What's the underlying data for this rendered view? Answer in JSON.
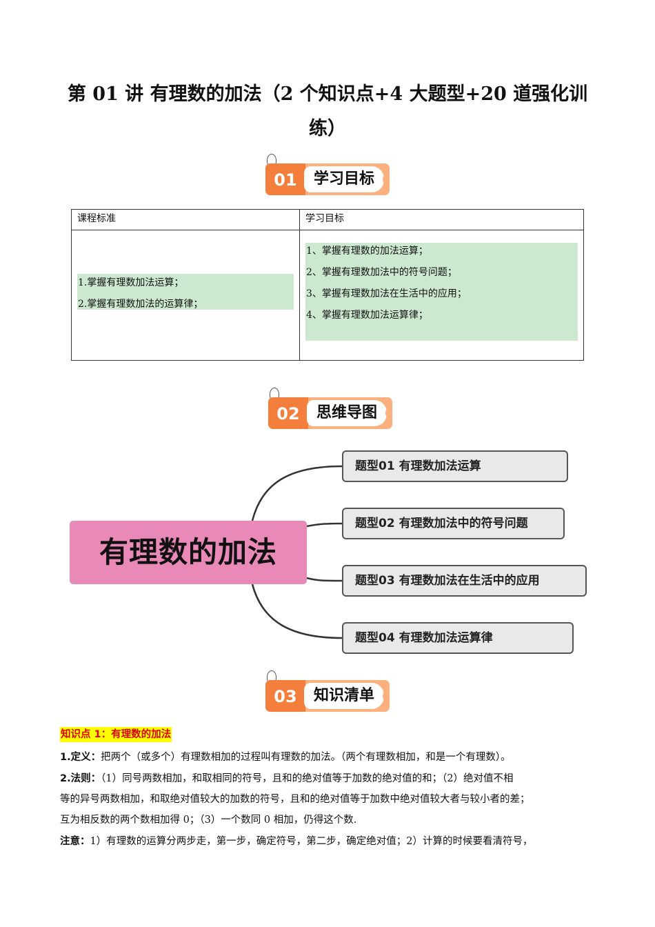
{
  "title": "第 01 讲  有理数的加法（2 个知识点+4 大题型+20 道强化训练）",
  "sections": [
    {
      "num": "01",
      "label": "学习目标"
    },
    {
      "num": "02",
      "label": "思维导图"
    },
    {
      "num": "03",
      "label": "知识清单"
    }
  ],
  "objectives_table": {
    "headers": [
      "课程标准",
      "学习目标"
    ],
    "curriculum_standards": [
      "1.掌握有理数加法运算；",
      "2.掌握有理数加法的运算律；"
    ],
    "learning_goals": [
      "1、掌握有理数的加法运算；",
      "2、掌握有理数加法中的符号问题；",
      "3、掌握有理数加法在生活中的应用；",
      "4、掌握有理数加法运算律；"
    ]
  },
  "mind_map": {
    "center": "有理数的加法",
    "center_color": "#e989b8",
    "topics": [
      "题型01 有理数加法运算",
      "题型02 有理数加法中的符号问题",
      "题型03 有理数加法在生活中的应用",
      "题型04 有理数加法运算律"
    ]
  },
  "knowledge": {
    "heading": "知识点 1：有理数的加法",
    "definition_label": "1.定义：",
    "definition_text": "把两个（或多个）有理数相加的过程叫有理数的加法。（两个有理数相加，和是一个有理数）。",
    "rule_label": "2.法则：",
    "rule_line1": "（1）同号两数相加，和取相同的符号，且和的绝对值等于加数的绝对值的和；（2）绝对值不相",
    "rule_line2": "等的异号两数相加，和取绝对值较大的加数的符号，且和的绝对值等于加数中绝对值较大者与较小者的差；",
    "rule_line3": "互为相反数的两个数相加得 0；（3）一个数同 0 相加，仍得这个数.",
    "note_label": "注意：",
    "note_text": "1）有理数的运算分两步走，第一步，确定符号，第二步，确定绝对值；2）计算的时候要看清符号，"
  }
}
